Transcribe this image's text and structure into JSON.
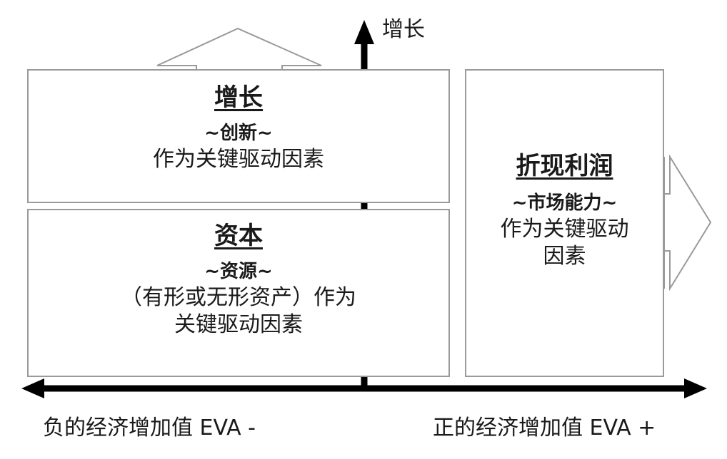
{
  "axis": {
    "up_label": "增长",
    "negative_label": "负的经济增加值 EVA -",
    "positive_label": "正的经济增加值 EVA +"
  },
  "boxes": {
    "growth": {
      "title": "增长",
      "subtitle": "~创新~",
      "desc": "作为关键驱动因素"
    },
    "capital": {
      "title": "资本",
      "subtitle": "~资源~",
      "desc_line1": "（有形或无形资产）作为",
      "desc_line2": "关键驱动因素"
    },
    "profit": {
      "title": "折现利润",
      "subtitle": "~市场能力~",
      "desc_line1": "作为关键驱动",
      "desc_line2": "因素"
    }
  },
  "colors": {
    "axis": "#000000",
    "border": "#9a9a9a",
    "text": "#1a1a1a"
  }
}
